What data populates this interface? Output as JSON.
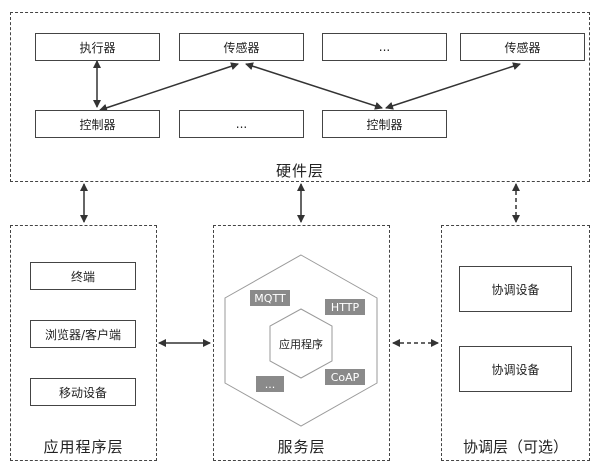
{
  "hardware": {
    "label": "硬件层",
    "row1": [
      "执行器",
      "传感器",
      "...",
      "传感器"
    ],
    "row2": [
      "控制器",
      "...",
      "控制器"
    ]
  },
  "app": {
    "label": "应用程序层",
    "items": [
      "终端",
      "浏览器/客户端",
      "移动设备"
    ]
  },
  "service": {
    "label": "服务层",
    "protocols": {
      "mqtt": "MQTT",
      "http": "HTTP",
      "coap": "CoAP",
      "more": "..."
    },
    "center": "应用程序"
  },
  "coord": {
    "label": "协调层（可选）",
    "items": [
      "协调设备",
      "协调设备"
    ]
  },
  "colors": {
    "line": "#444444",
    "tag_bg": "#8a8a8a",
    "hex_stroke": "#9a9a9a"
  }
}
